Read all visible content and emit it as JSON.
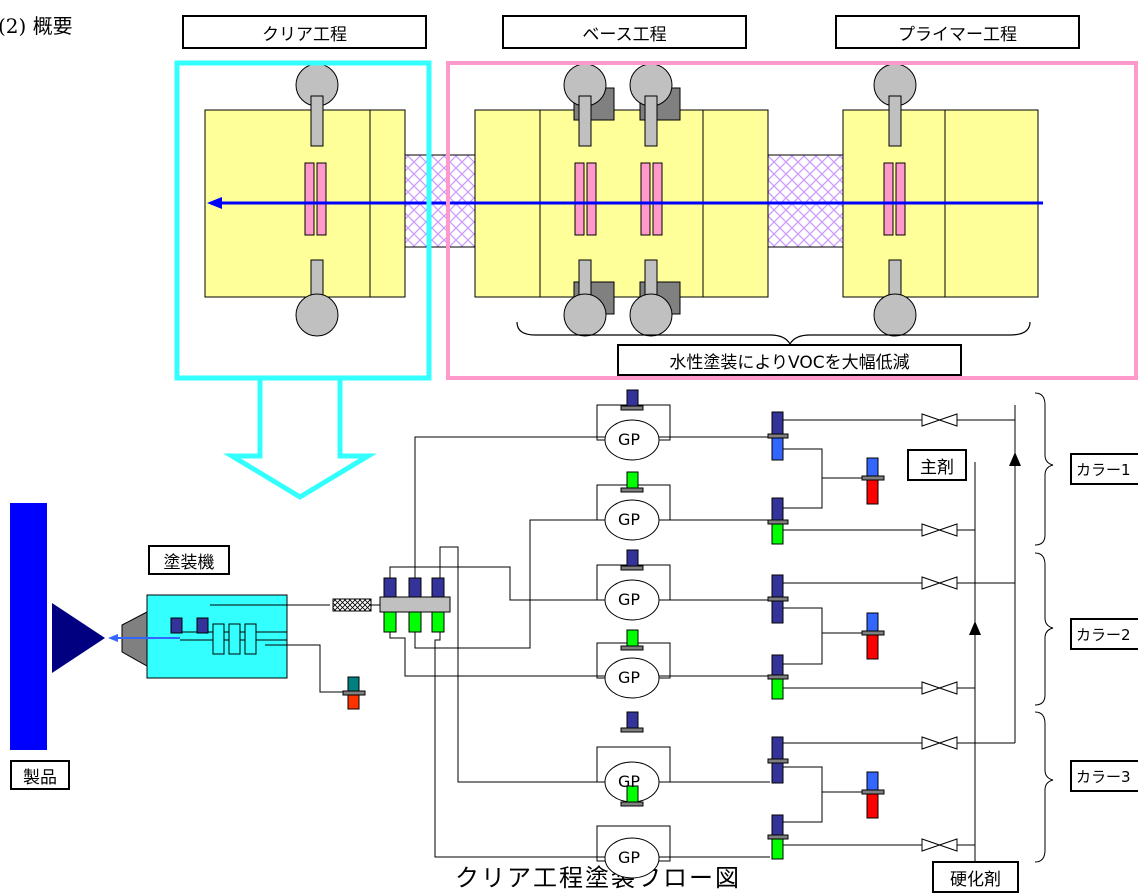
{
  "section_heading": "(2) 概要",
  "process_labels": {
    "clear": "クリア工程",
    "base": "ベース工程",
    "primer": "プライマー工程"
  },
  "voc_note": "水性塗装によりVOCを大幅低減",
  "coater_label": "塗装機",
  "product_label": "製品",
  "main_agent_label": "主剤",
  "hardener_label": "硬化剤",
  "pump_label": "GP",
  "color_labels": [
    "カラー1",
    "カラー2",
    "カラー3"
  ],
  "caption": "クリア工程塗装フロー図",
  "colors": {
    "booth_fill": "#ffff99",
    "clear_frame": "#33ffff",
    "water_frame": "#ff99cc",
    "flow_arrow": "#0000ff",
    "coater_fill": "#33ffff",
    "product_bar": "#0000ff",
    "valve_navy": "#333399",
    "valve_green": "#00ff00",
    "valve_blue": "#3366ff",
    "valve_red": "#ff0000",
    "gun_pink": "#ff99cc"
  }
}
